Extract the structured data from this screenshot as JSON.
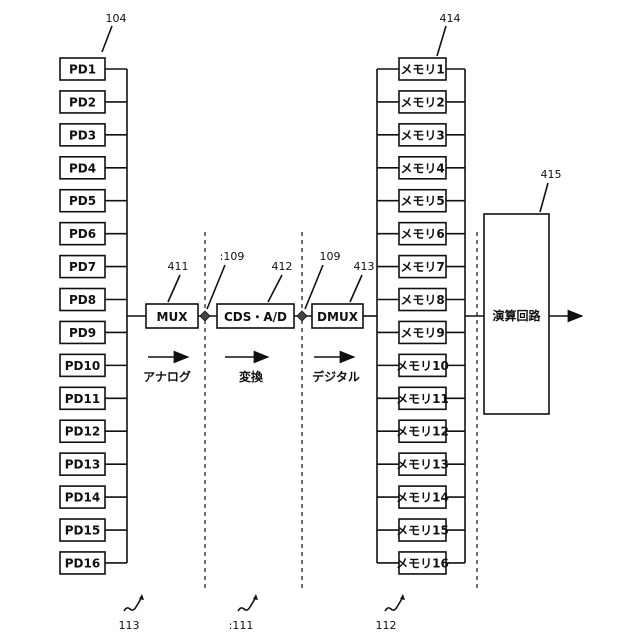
{
  "reference_numbers": {
    "pd_group": "104",
    "mux": "411",
    "node_left": ":109",
    "cds_ad": "412",
    "node_right": "109",
    "dmux": "413",
    "memory_group": "414",
    "compute": "415",
    "region_analog": "113",
    "region_convert": ":111",
    "region_digital": "112"
  },
  "photodiodes": [
    "PD1",
    "PD2",
    "PD3",
    "PD4",
    "PD5",
    "PD6",
    "PD7",
    "PD8",
    "PD9",
    "PD10",
    "PD11",
    "PD12",
    "PD13",
    "PD14",
    "PD15",
    "PD16"
  ],
  "memories": [
    "メモリ1",
    "メモリ2",
    "メモリ3",
    "メモリ4",
    "メモリ5",
    "メモリ6",
    "メモリ7",
    "メモリ8",
    "メモリ9",
    "メモリ10",
    "メモリ11",
    "メモリ12",
    "メモリ13",
    "メモリ14",
    "メモリ15",
    "メモリ16"
  ],
  "blocks": {
    "mux": "MUX",
    "cds_ad": "CDS・A/D",
    "dmux": "DMUX",
    "compute": "演算回路"
  },
  "stage_labels": {
    "analog": "アナログ",
    "convert": "変換",
    "digital": "デジタル"
  }
}
